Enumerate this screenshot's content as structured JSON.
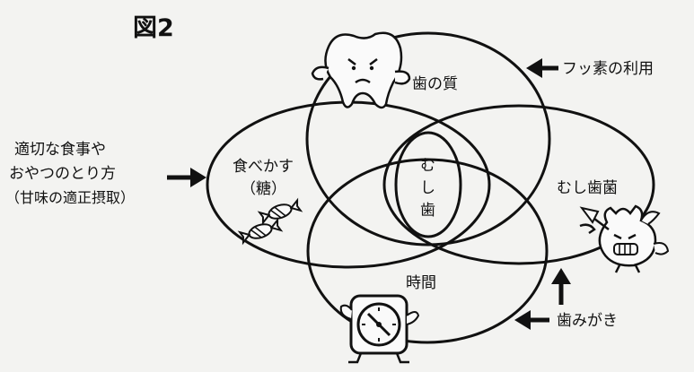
{
  "figure": {
    "title": "図2"
  },
  "circles": {
    "tooth_quality": "歯の質",
    "food_residue_line1": "食べかす",
    "food_residue_line2": "（糖）",
    "cavity_bacteria": "むし歯菌",
    "time": "時間"
  },
  "center": {
    "line1": "む",
    "line2": "し",
    "line3": "歯"
  },
  "factors": {
    "fluoride": "フッ素の利用",
    "diet_line1": "適切な食事や",
    "diet_line2": "おやつのとり方",
    "diet_line3": "（甘味の適正摂取）",
    "brushing": "歯みがき"
  },
  "icons": {
    "tooth": "tooth-icon",
    "candy": "candy-icon",
    "bacteria": "bacteria-icon",
    "clock": "clock-icon"
  }
}
